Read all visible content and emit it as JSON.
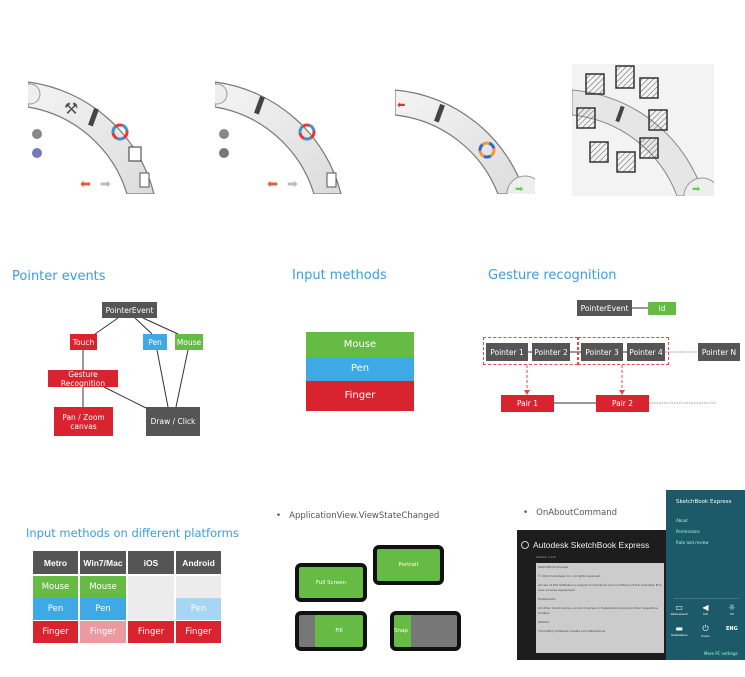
{
  "top_row": {
    "panels": [
      "radial-menu-full",
      "radial-menu-brush",
      "radial-menu-minimal",
      "radial-menu-sketch"
    ]
  },
  "pointer_events": {
    "title": "Pointer events",
    "nodes": {
      "root": "PointerEvent",
      "touch": "Touch",
      "pen": "Pen",
      "mouse": "Mouse",
      "gesture": "Gesture Recognition",
      "panzoom": "Pan / Zoom canvas",
      "draw": "Draw / Click"
    }
  },
  "input_methods": {
    "title": "Input methods",
    "layers": [
      "Mouse",
      "Pen",
      "Finger"
    ]
  },
  "gesture_recognition": {
    "title": "Gesture recognition",
    "root": "PointerEvent",
    "id": "id",
    "pointers": [
      "Pointer 1",
      "Pointer 2",
      "Pointer 3",
      "Pointer 4",
      "Pointer N"
    ],
    "pairs": [
      "Pair 1",
      "Pair 2"
    ]
  },
  "platforms": {
    "title": "Input methods on different platforms",
    "headers": [
      "Metro",
      "Win7/Mac",
      "iOS",
      "Android"
    ],
    "rows": [
      [
        "Mouse",
        "Mouse",
        "",
        ""
      ],
      [
        "Pen",
        "Pen",
        "",
        "Pen"
      ],
      [
        "Finger",
        "Finger",
        "Finger",
        "Finger"
      ]
    ]
  },
  "view_state": {
    "bullet": "ApplicationView.ViewStateChanged",
    "states": [
      "Full Screen",
      "Portrait",
      "Fill",
      "Snap"
    ]
  },
  "about": {
    "bullet": "OnAboutCommand",
    "app_title": "Autodesk SketchBook Express",
    "version": "Version 1.0.0",
    "body_lines": [
      "SketchBook Express",
      "© 2012 Autodesk, Inc. All rights reserved.",
      "All use of this Software is subject to the terms and conditions of the Autodesk End User License Agreement",
      "Trademarks",
      "All other brand names, product names or trademarks belong to their respective holders.",
      "Patents",
      "Third-Party Software Credits and Attributions"
    ],
    "charm": {
      "title": "SketchBook Express",
      "links": [
        "About",
        "Permissions",
        "Rate and review"
      ],
      "icons": [
        {
          "icon": "network-icon",
          "label": "adsknetwork"
        },
        {
          "icon": "volume-icon",
          "label": "100"
        },
        {
          "icon": "brightness-icon",
          "label": "50"
        },
        {
          "icon": "notifications-icon",
          "label": "Notifications"
        },
        {
          "icon": "power-icon",
          "label": "Power"
        },
        {
          "icon": "keyboard-icon",
          "label": "ENG"
        }
      ],
      "more": "More PC settings"
    }
  }
}
